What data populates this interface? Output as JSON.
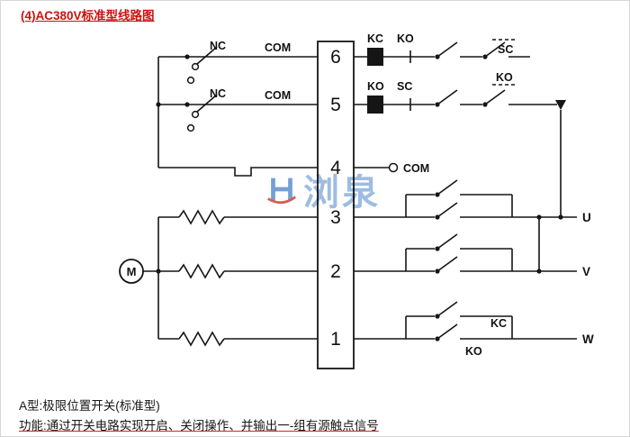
{
  "title": "(4)AC380V标准型线路图",
  "watermark": {
    "text": "浏泉"
  },
  "terminal_block": {
    "numbers": [
      "6",
      "5",
      "4",
      "3",
      "2",
      "1"
    ]
  },
  "labels": {
    "nc_row6": "NC",
    "nc_row5": "NC",
    "com_row6": "COM",
    "com_row5": "COM",
    "com_row4": "COM",
    "kc_coil_row6": "KC",
    "ko_contact_row6": "KO",
    "sc_contact_row6": "SC",
    "ko_coil_row5": "KO",
    "sc_contact_row5": "SC",
    "ko_contact_row5": "KO",
    "motor": "M",
    "phase_u": "U",
    "phase_v": "V",
    "phase_w": "W",
    "kc_contact_row1": "KC",
    "ko_contact_row1": "KO"
  },
  "footer": {
    "line1": "A型:极限位置开关(标准型)",
    "line2": "功能:通过开关电路实现开启、关闭操作、并输出一-组有源触点信号"
  },
  "colors": {
    "title_red": "#cc1111",
    "underline_red": "#e22020",
    "wire_black": "#151515",
    "watermark_blue": "#8cb0dc"
  }
}
